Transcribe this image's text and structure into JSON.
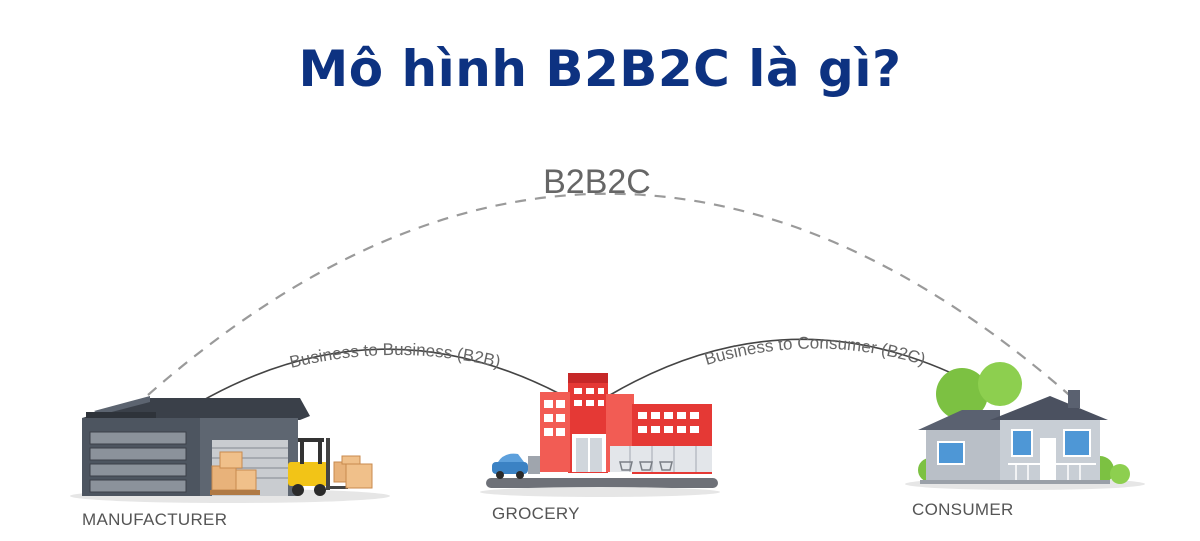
{
  "title": "Mô hình B2B2C là gì?",
  "overall_label": "B2B2C",
  "edges": {
    "b2b": "Business to Business (B2B)",
    "b2c": "Business to Consumer (B2C)"
  },
  "nodes": {
    "manufacturer": "MANUFACTURER",
    "grocery": "GROCERY",
    "consumer": "CONSUMER"
  },
  "colors": {
    "title": "#0d3281",
    "text": "#666666",
    "factory_dark": "#4d5560",
    "store_red": "#e53935",
    "house_gray": "#b9bfc7",
    "tree_green": "#7cc142",
    "box_tan": "#e8b27a",
    "forklift_yellow": "#f2c417"
  }
}
